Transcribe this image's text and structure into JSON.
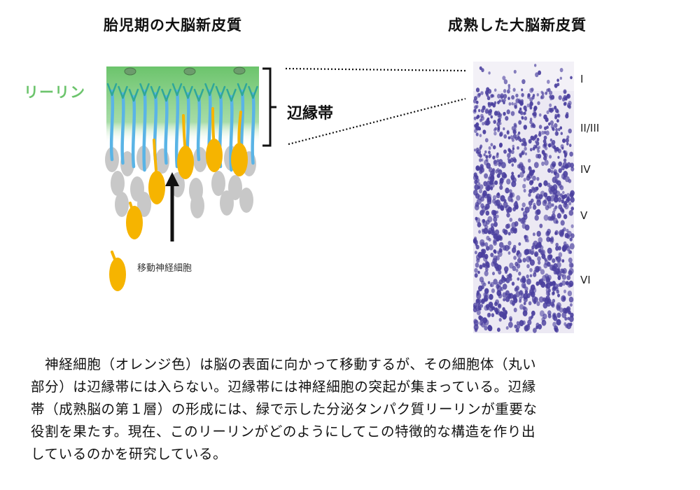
{
  "titles": {
    "left": "胎児期の大脳新皮質",
    "right": "成熟した大脳新皮質"
  },
  "labels": {
    "reelin": "リーリン",
    "marginal_zone": "辺縁帯",
    "migrating_neurons": "移動神経細胞"
  },
  "cortex_layers": [
    "I",
    "II/III",
    "IV",
    "V",
    "VI"
  ],
  "caption_lines": [
    "　神経細胞（オレンジ色）は脳の表面に向かって移動するが、その細胞体（丸い",
    "部分）は辺縁帯には入らない。辺縁帯には神経細胞の突起が集まっている。辺縁",
    "帯（成熟脳の第１層）の形成には、緑で示した分泌タンパク質リーリンが重要な",
    "役割を果たす。現在、このリーリンがどのようにしてこの特徴的な構造を作り出",
    "しているのかを研究している。"
  ],
  "colors": {
    "reelin_green": "#6cc46c",
    "neuron_orange": "#f6b400",
    "process_blue": "#5ab4e6",
    "gray_cell": "#c8c8c8",
    "nissl_purple": "#4a3f9e"
  }
}
